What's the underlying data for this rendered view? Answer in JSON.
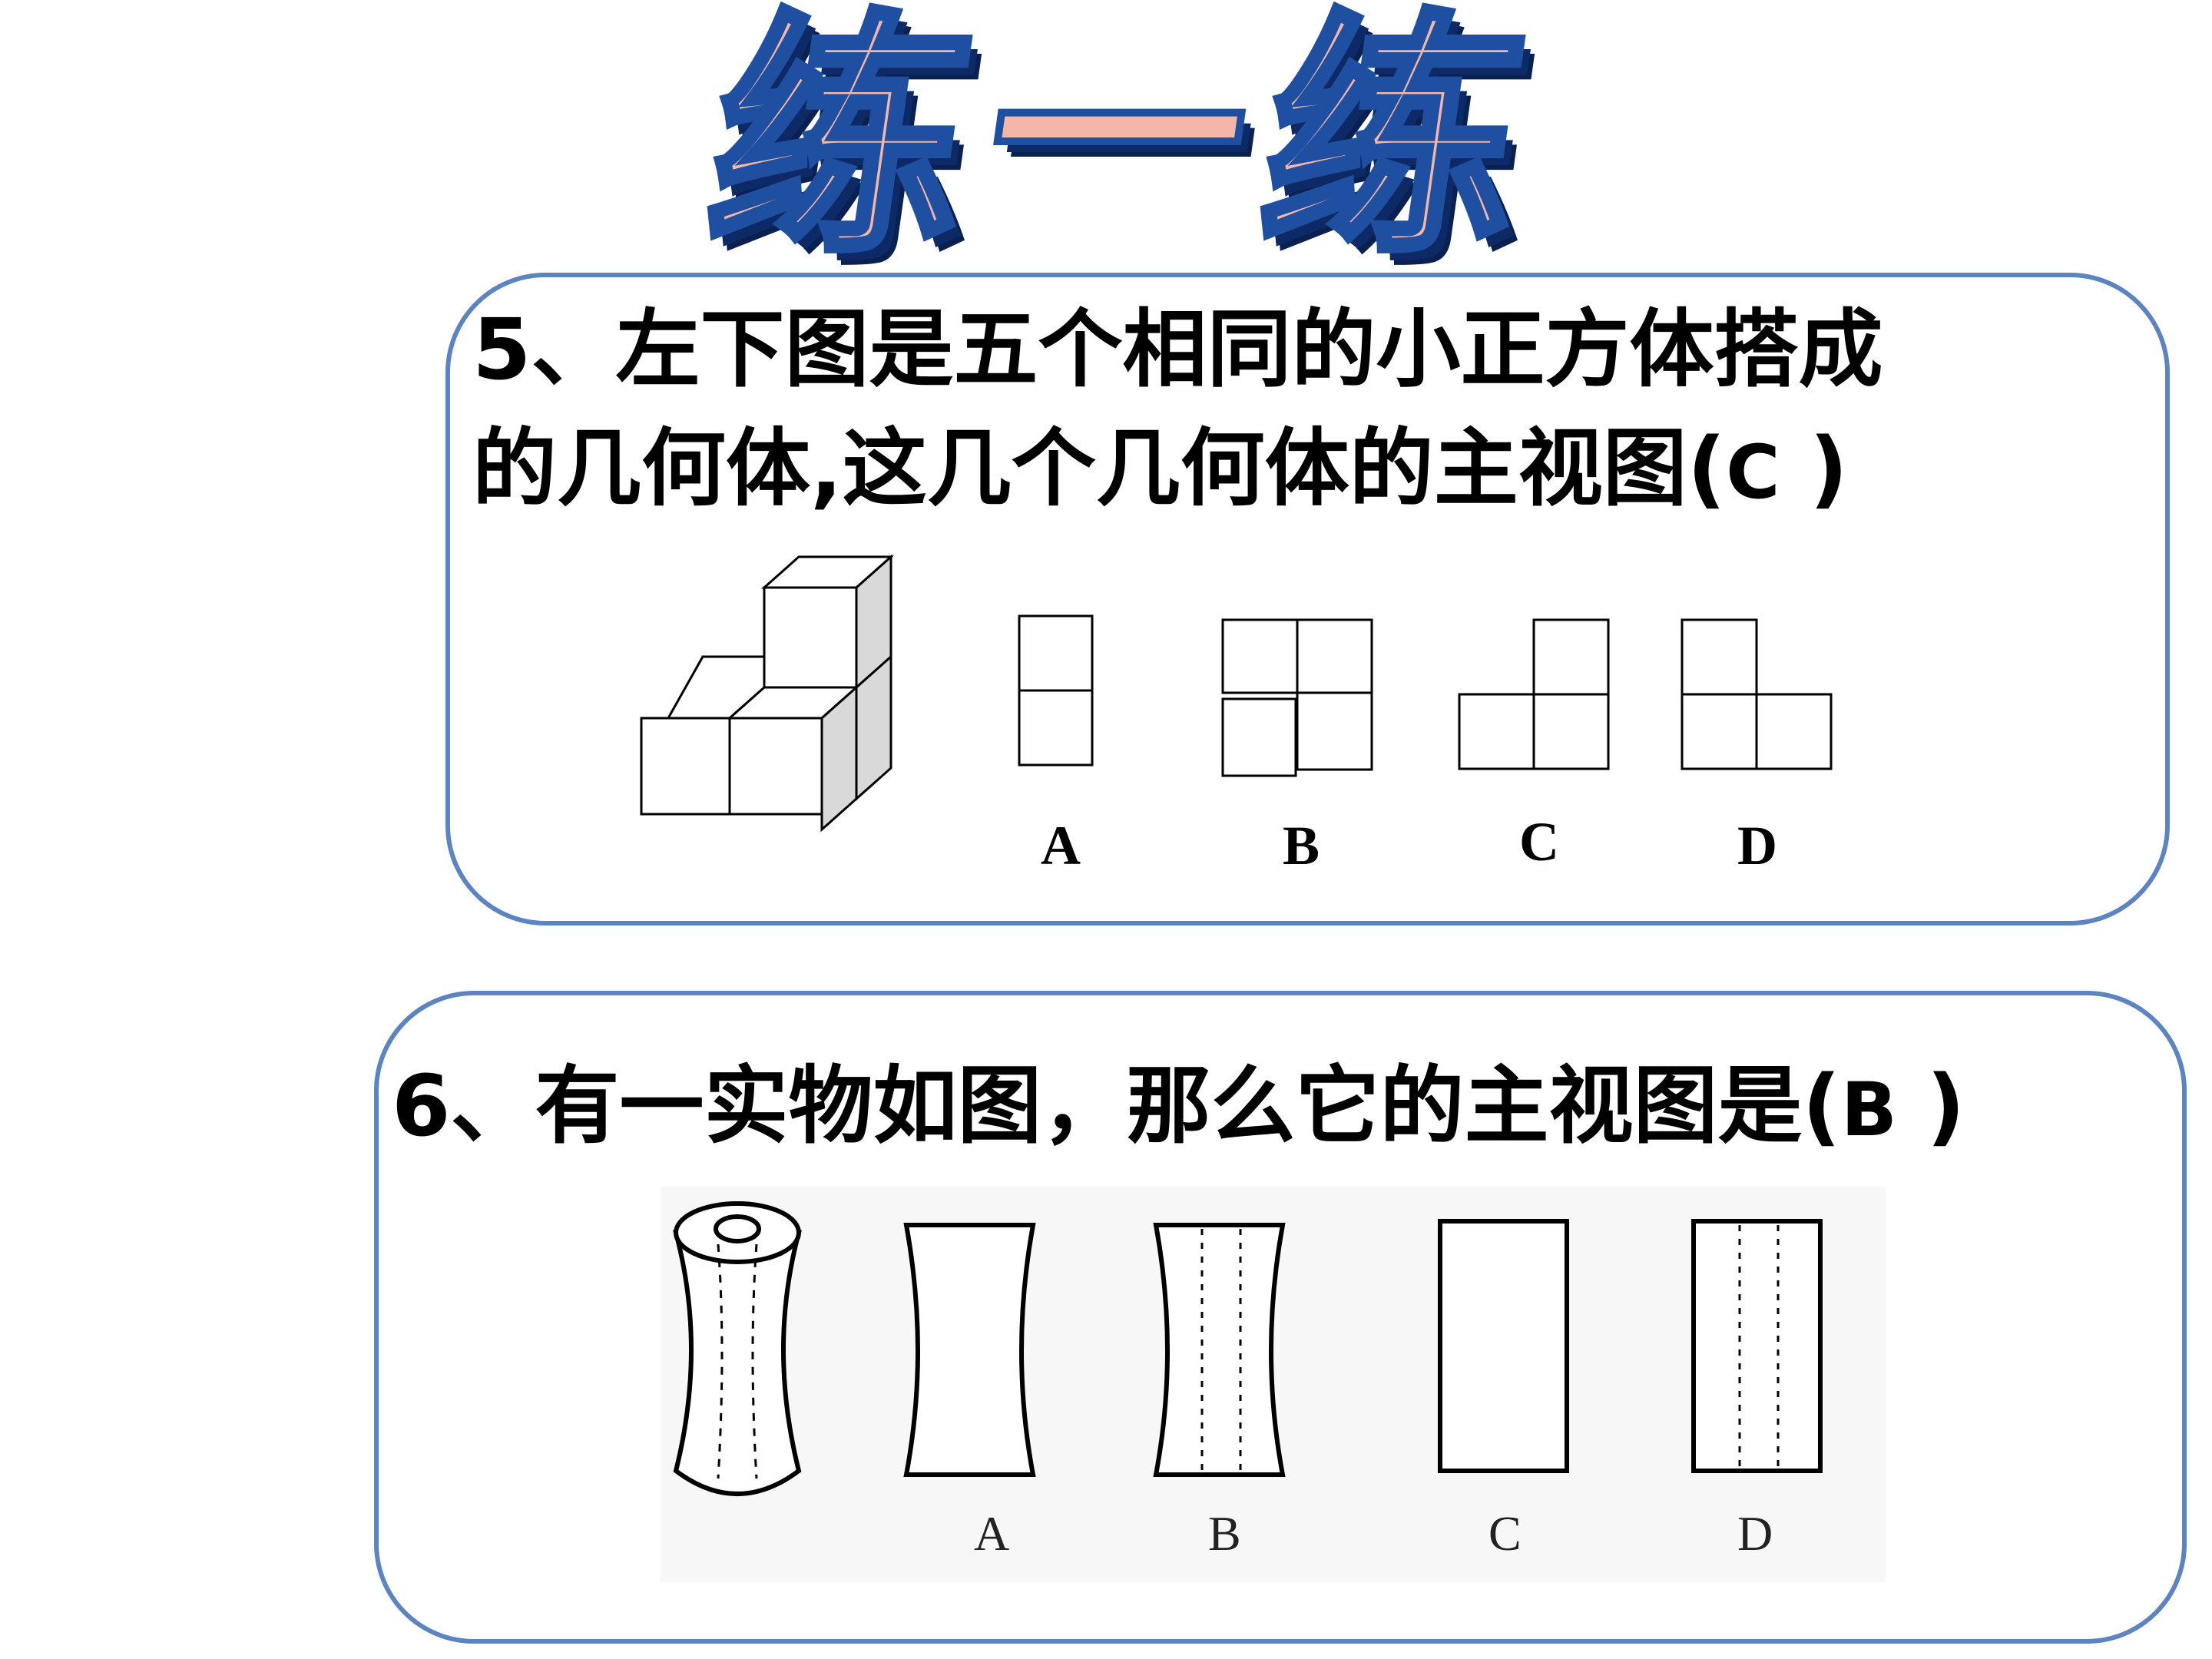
{
  "title": "练一练",
  "question5": {
    "line1": "5、左下图是五个相同的小正方体搭成",
    "line2_prefix": "的几何体,这几个几何体的主视图(",
    "answer": "C",
    "line2_suffix": " )",
    "option_labels": [
      "A",
      "B",
      "C",
      "D"
    ]
  },
  "question6": {
    "prefix": "6、有一实物如图，那么它的主视图是(",
    "answer": "B",
    "suffix": " )",
    "option_labels": [
      "A",
      "B",
      "C",
      "D"
    ]
  },
  "colors": {
    "box_border": "#5b84c0",
    "title_fill": "#f3b6a8",
    "title_stroke": "#1f4fa0"
  }
}
